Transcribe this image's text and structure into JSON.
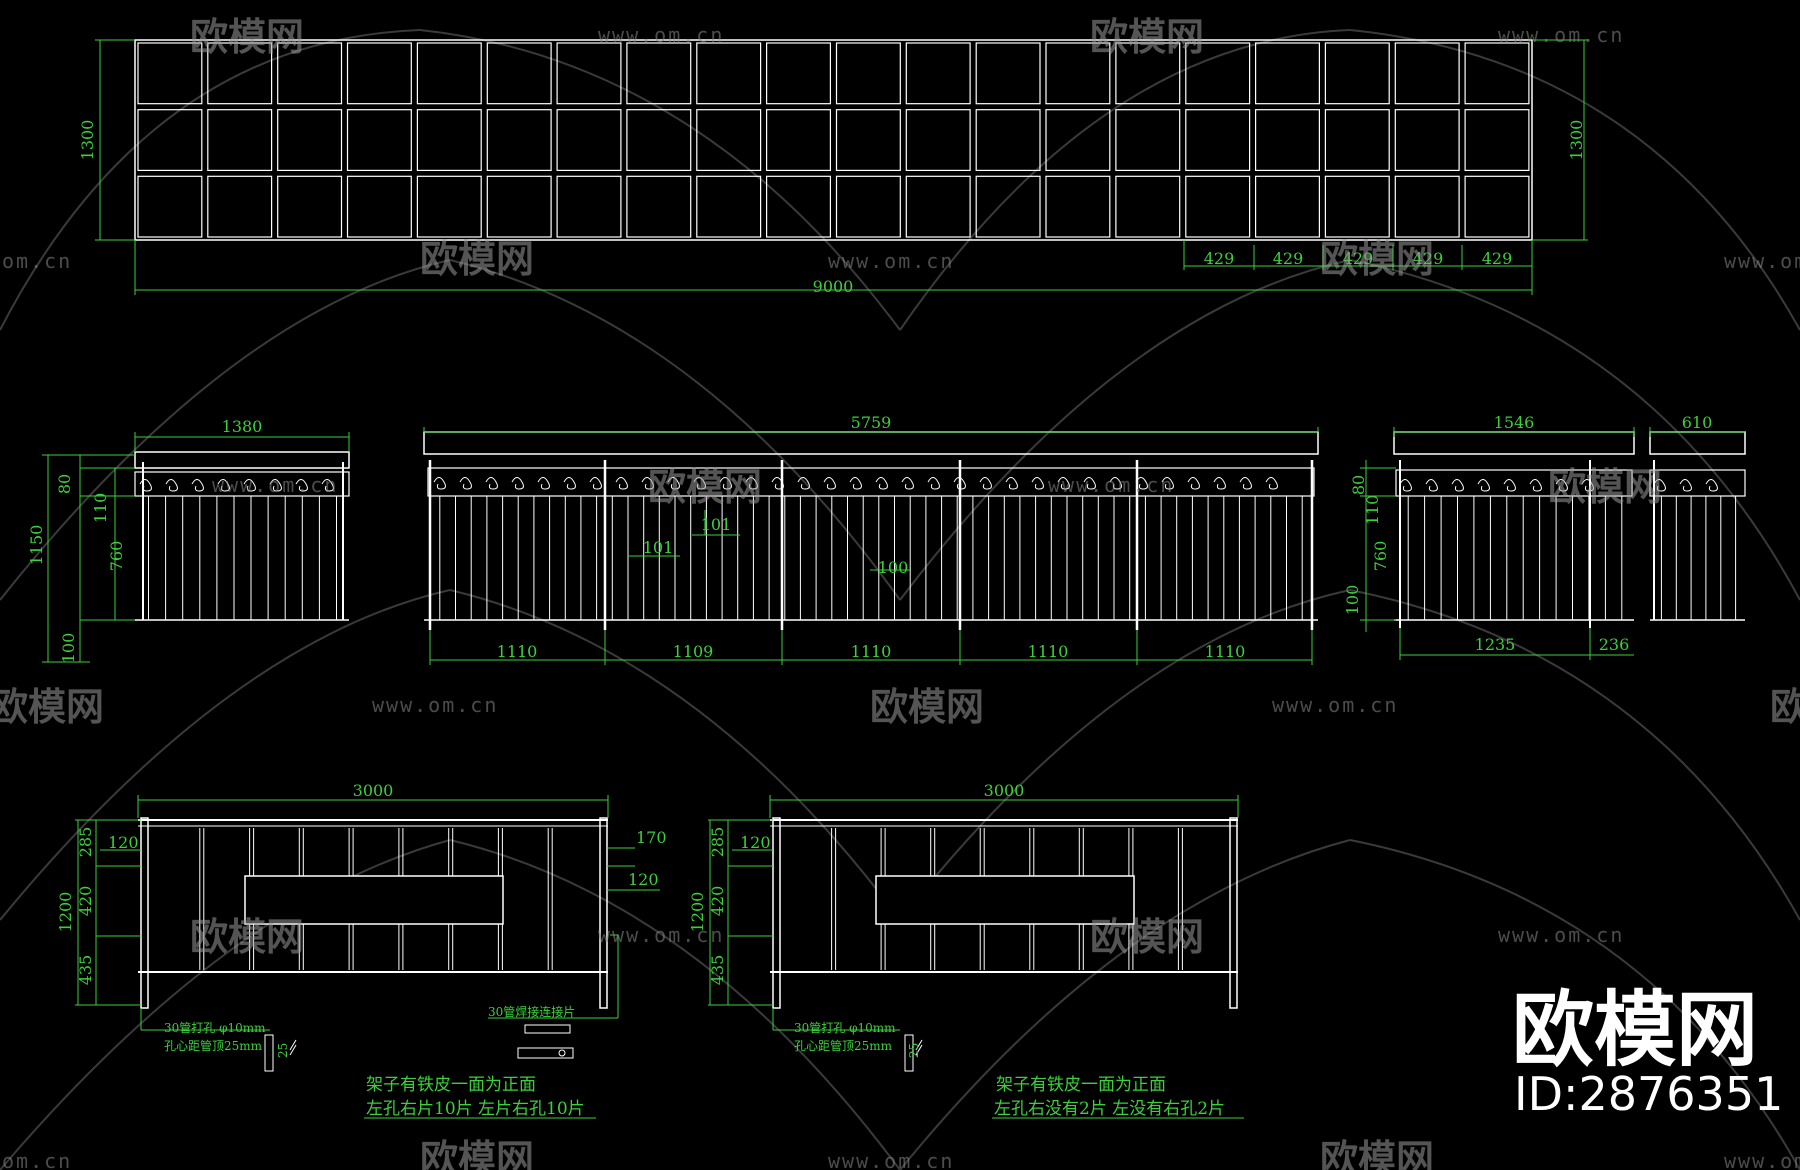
{
  "plan": {
    "height_left": "1300",
    "height_right": "1300",
    "total_width": "9000",
    "module_widths": [
      "429",
      "429",
      "429",
      "429",
      "429"
    ]
  },
  "elevations": {
    "left": {
      "width": "1380",
      "height_total": "1150",
      "top": "80",
      "band": "110",
      "bars": "760",
      "bottom": "100"
    },
    "middle": {
      "width": "5759",
      "dims": [
        "101",
        "101",
        "100"
      ],
      "sections": [
        "1110",
        "1109",
        "1110",
        "1110",
        "1110"
      ]
    },
    "right": {
      "width": "1546",
      "top": "80",
      "band": "110",
      "bars": "760",
      "bottom": "100",
      "sections": [
        "1235",
        "236"
      ]
    },
    "far_right": {
      "width": "610"
    }
  },
  "sections": {
    "left": {
      "width": "3000",
      "height_total": "1200",
      "dims_v": [
        "285",
        "420",
        "435"
      ],
      "dim_120": "120",
      "dim_170": "170",
      "dim_120b": "120",
      "note_hole": "30管打孔 φ10mm",
      "note_hole2": "孔心距管顶25mm",
      "note_weld": "30管焊接连接片",
      "note_front": "架子有铁皮一面为正面",
      "note_count": "左孔右片10片    左片右孔10片",
      "tiny": "25"
    },
    "right": {
      "width": "3000",
      "height_total": "1200",
      "dims_v": [
        "285",
        "420",
        "435"
      ],
      "dim_120": "120",
      "note_hole": "30管打孔 φ10mm",
      "note_hole2": "孔心距管顶25mm",
      "note_front": "架子有铁皮一面为正面",
      "note_count": "左孔右没有2片    左没有右孔2片",
      "tiny": "25"
    }
  },
  "watermark": {
    "brand": "欧模网",
    "url": "www.om.cn",
    "url_short": "om.cn",
    "id": "ID:2876351"
  },
  "colors": {
    "dimension": "#3ad13a",
    "lines": "#ffffff",
    "background": "#000000"
  }
}
